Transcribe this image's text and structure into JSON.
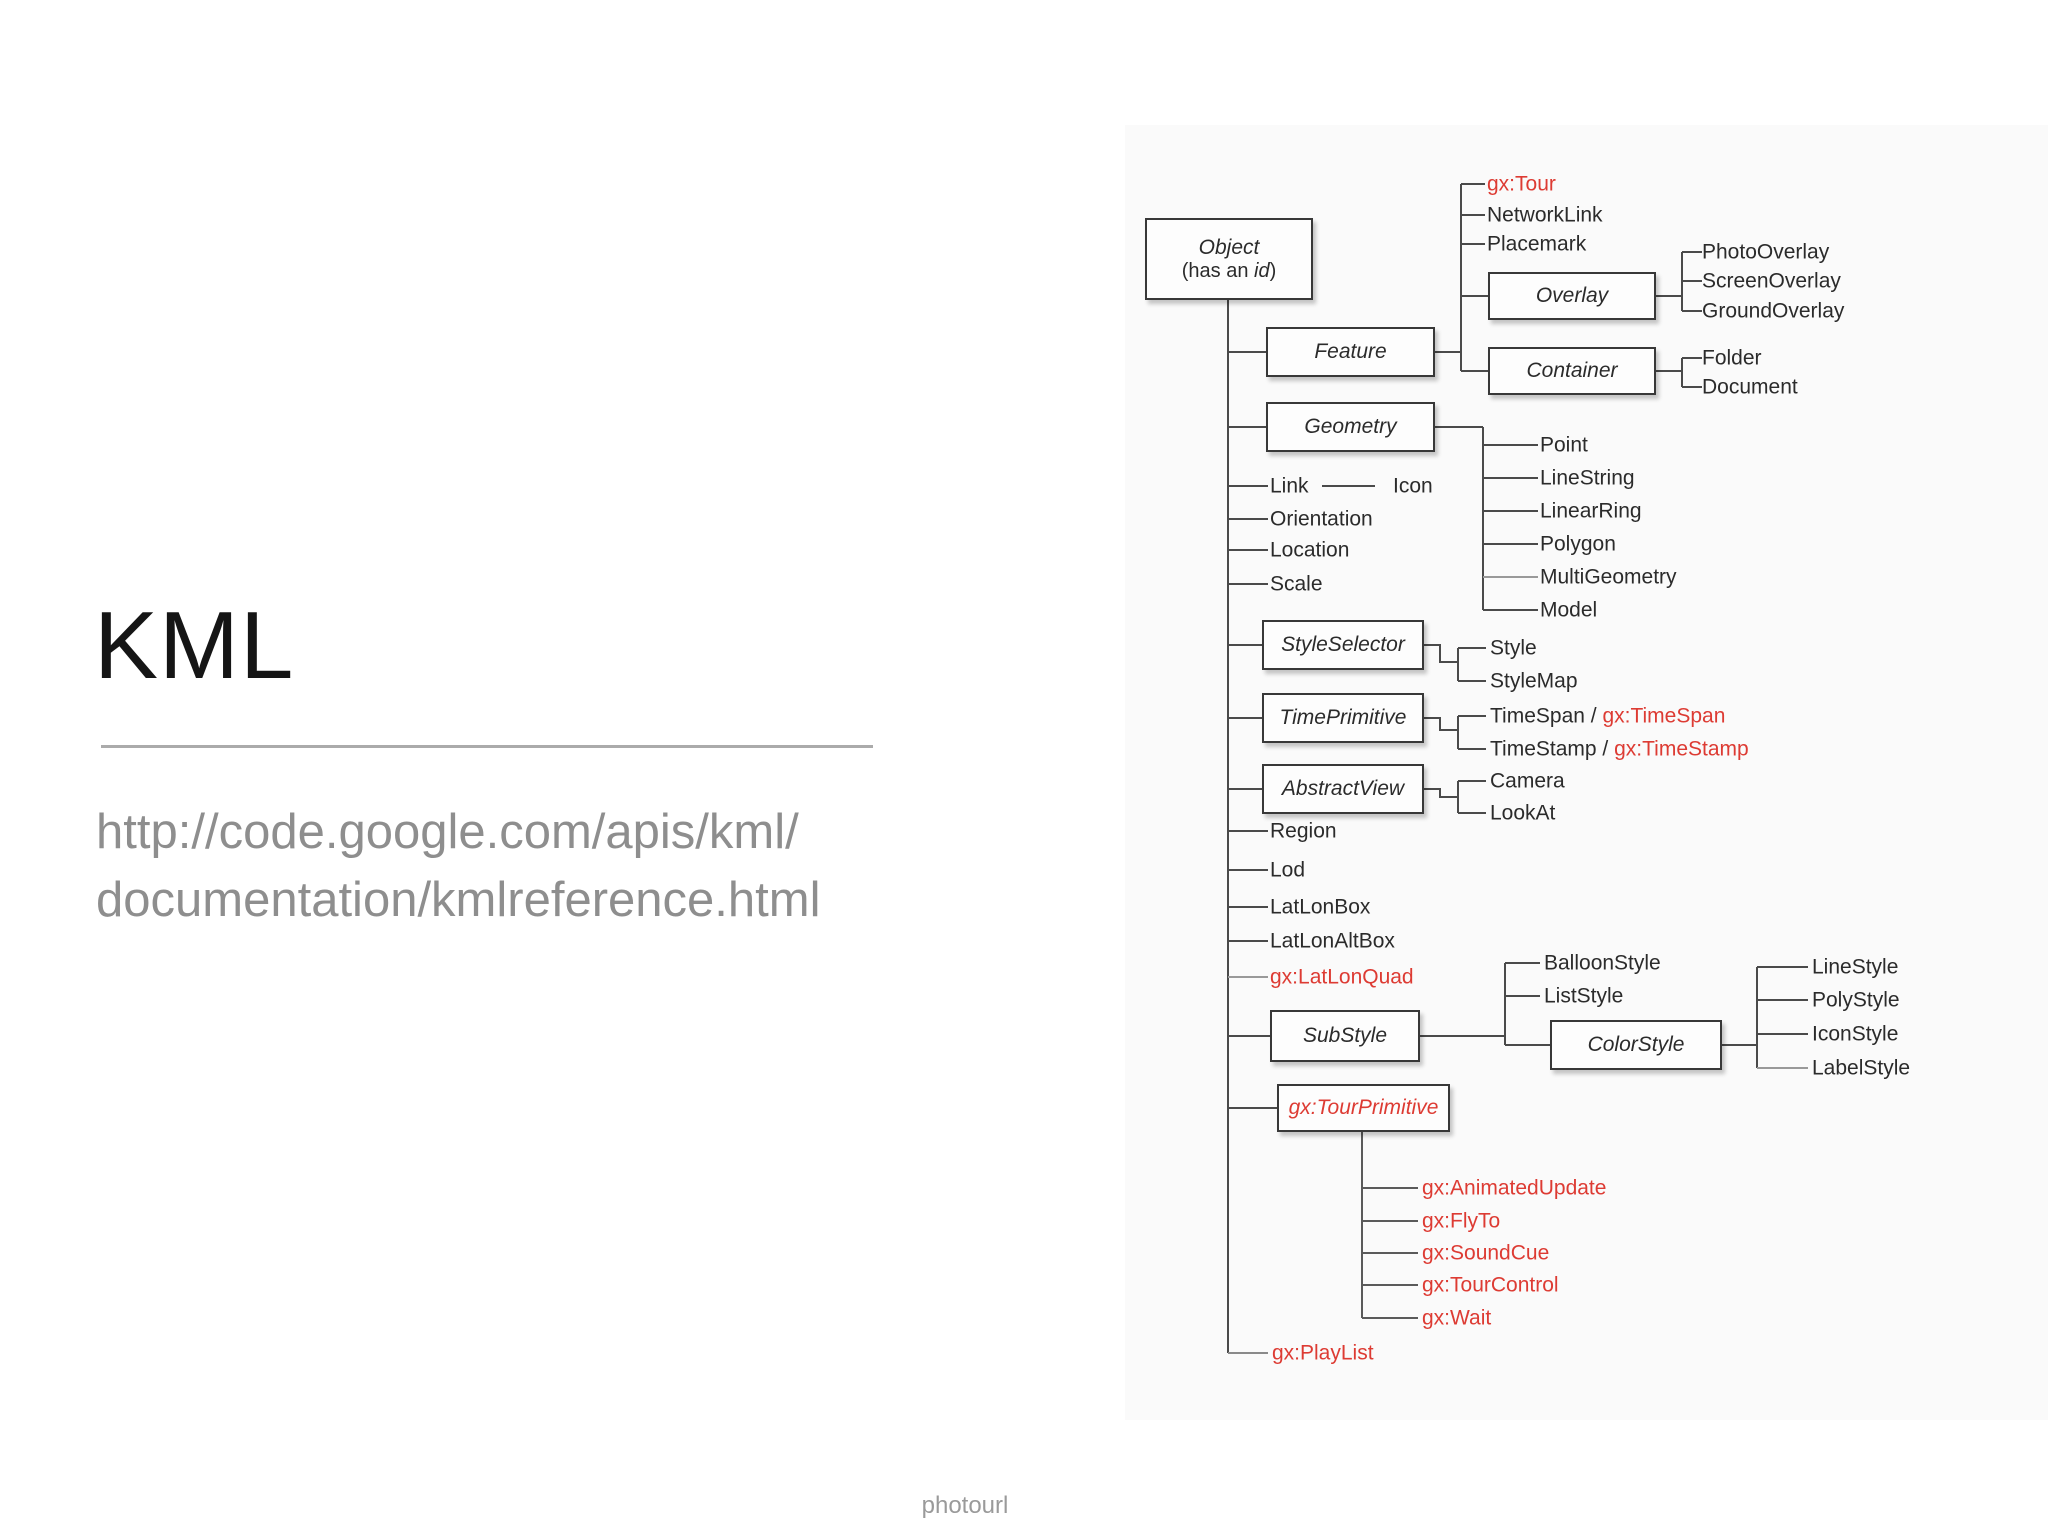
{
  "slide": {
    "title": "KML",
    "url_line1": "http://code.google.com/apis/kml/",
    "url_line2": "documentation/kmlreference.html",
    "caption": "photourl"
  },
  "colors": {
    "accent_red": "#dd3b33",
    "diagram_ink": "#2b2b2b",
    "wire_dark": "#4a4a4a",
    "wire_light": "#999999",
    "photo_background": "#fafafa",
    "muted_text": "#8e8e8e"
  },
  "diagram": {
    "boxes": {
      "object_line1": "Object",
      "object_line2_pre": "(has an ",
      "object_line2_id": "id",
      "object_line2_post": ")",
      "feature": "Feature",
      "geometry": "Geometry",
      "overlay": "Overlay",
      "container": "Container",
      "styleselector": "StyleSelector",
      "timeprimitive": "TimePrimitive",
      "abstractview": "AbstractView",
      "substyle": "SubStyle",
      "colorstyle": "ColorStyle",
      "gx_tourprimitive": "gx:TourPrimitive"
    },
    "labels": {
      "gx_tour": "gx:Tour",
      "networklink": "NetworkLink",
      "placemark": "Placemark",
      "photooverlay": "PhotoOverlay",
      "screenoverlay": "ScreenOverlay",
      "groundoverlay": "GroundOverlay",
      "folder": "Folder",
      "document": "Document",
      "point": "Point",
      "linestring": "LineString",
      "linearring": "LinearRing",
      "polygon": "Polygon",
      "multigeometry": "MultiGeometry",
      "model": "Model",
      "link": "Link",
      "icon": "Icon",
      "orientation": "Orientation",
      "location": "Location",
      "scale": "Scale",
      "style": "Style",
      "stylemap": "StyleMap",
      "timespan_black": "TimeSpan / ",
      "timespan_red": "gx:TimeSpan",
      "timestamp_black": "TimeStamp / ",
      "timestamp_red": "gx:TimeStamp",
      "camera": "Camera",
      "lookat": "LookAt",
      "region": "Region",
      "lod": "Lod",
      "latlonbox": "LatLonBox",
      "latlonaltbox": "LatLonAltBox",
      "gx_latlonquad": "gx:LatLonQuad",
      "balloonstyle": "BalloonStyle",
      "liststyle": "ListStyle",
      "linestyle": "LineStyle",
      "polystyle": "PolyStyle",
      "iconstyle": "IconStyle",
      "labelstyle": "LabelStyle",
      "gx_animatedupdate": "gx:AnimatedUpdate",
      "gx_flyto": "gx:FlyTo",
      "gx_soundcue": "gx:SoundCue",
      "gx_tourcontrol": "gx:TourControl",
      "gx_wait": "gx:Wait",
      "gx_playlist": "gx:PlayList"
    }
  }
}
